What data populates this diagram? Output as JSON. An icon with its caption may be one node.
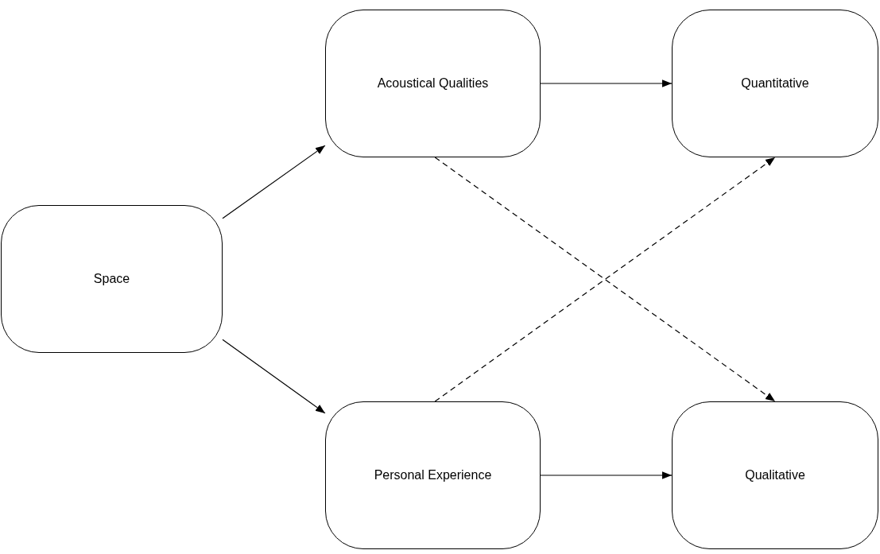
{
  "diagram": {
    "nodes": [
      {
        "text": [
          "Space"
        ]
      },
      {
        "text": [
          "Acoustical Qualities"
        ]
      },
      {
        "text": [
          "Quantitative"
        ]
      },
      {
        "text": [
          "Personal Experience"
        ]
      },
      {
        "text": [
          "Qualitative"
        ]
      }
    ],
    "edges": [
      {
        "from": 0,
        "to": 1,
        "arrow": "to"
      },
      {
        "from": 0,
        "to": 3,
        "arrow": "to"
      },
      {
        "from": 1,
        "to": 2,
        "arrow": "to"
      },
      {
        "from": 3,
        "to": 4,
        "arrow": "to"
      },
      {
        "from": 1,
        "to": 4,
        "arrow": "to",
        "style": "dashed"
      },
      {
        "from": 3,
        "to": 2,
        "arrow": "to",
        "style": "dashed"
      }
    ]
  }
}
